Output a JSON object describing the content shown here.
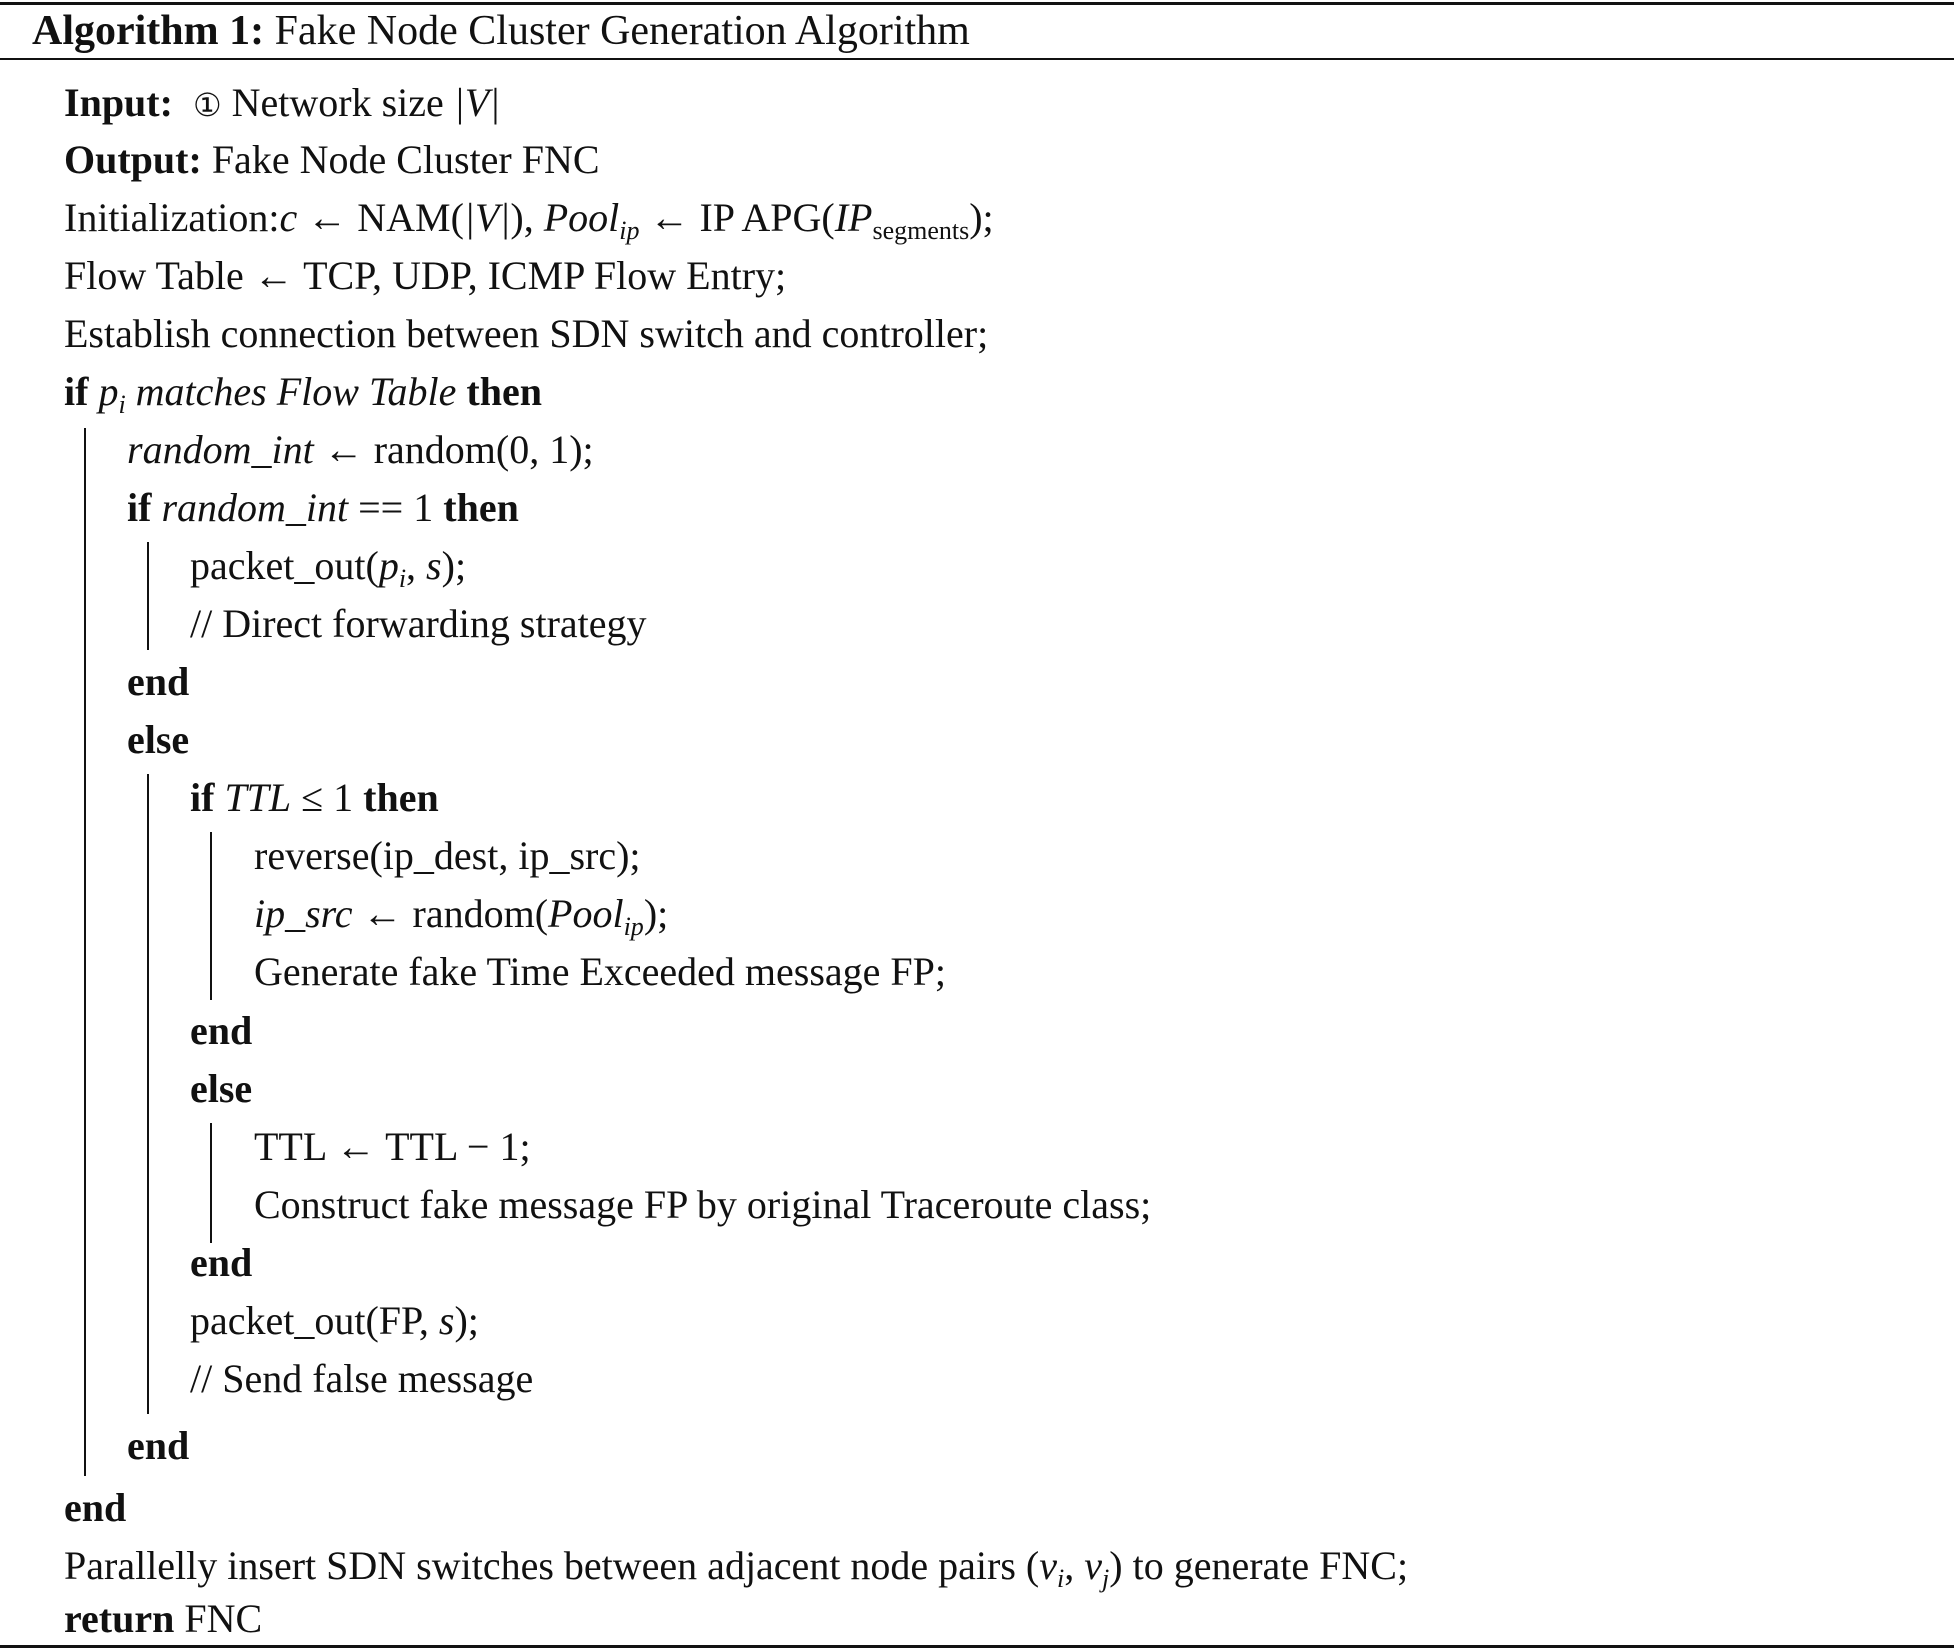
{
  "caption": {
    "label": "Algorithm 1:",
    "title": "Fake Node Cluster Generation Algorithm"
  },
  "header": {
    "input_kw": "Input:",
    "input_marker": "①",
    "input_text": "Network size",
    "input_var": "|V|",
    "output_kw": "Output:",
    "output_text": "Fake Node Cluster FNC"
  },
  "lines": {
    "init_prefix": "Initialization:",
    "init_c": "c",
    "init_arrow1": " ← NAM(",
    "init_V": "|V|",
    "init_close": "), ",
    "init_pool": "Pool",
    "init_pool_sub": "ip",
    "init_arrow2": " ← IP APG(",
    "init_ipseg": "IP",
    "init_ipseg_sub": "segments",
    "init_end": ");",
    "flow_table": "Flow Table ← TCP, UDP, ICMP Flow Entry;",
    "establish": "Establish connection between SDN switch and controller;",
    "if_kw": "if",
    "if_pi": "p",
    "if_pi_sub": "i",
    "if_cond": "matches Flow Table",
    "then_kw": "then",
    "rand_var": "random_int",
    "rand_assign": " ← random(0, 1);",
    "if2_cond_var": "random_int",
    "if2_cond_rest": " == 1 ",
    "packet_out_1": "packet_out(",
    "packet_out_1_p": "p",
    "packet_out_1_sub": "i",
    "packet_out_1_sep": ", ",
    "packet_out_1_s": "s",
    "packet_out_1_end": ");",
    "comment_direct": "// Direct forwarding strategy",
    "end_kw": "end",
    "else_kw": "else",
    "ttl_var": "TTL",
    "ttl_cond": " ≤ 1 ",
    "reverse": "reverse(ip_dest, ip_src);",
    "ipsrc_var": "ip_src",
    "ipsrc_assign": " ← random(",
    "ipsrc_pool": "Pool",
    "ipsrc_pool_sub": "ip",
    "ipsrc_end": ");",
    "gen_fake": "Generate fake Time Exceeded message FP;",
    "ttl_dec": "TTL ← TTL − 1;",
    "construct": "Construct fake message FP by original Traceroute class;",
    "packet_out_2": "packet_out(FP, ",
    "packet_out_2_s": "s",
    "packet_out_2_end": ");",
    "comment_send": "// Send false message",
    "parallel_pre": "Parallelly insert SDN switches between adjacent node pairs (",
    "parallel_v": "v",
    "parallel_vi_sub": "i",
    "parallel_sep": ", ",
    "parallel_vj_sub": "j",
    "parallel_post": ") to generate FNC;",
    "return_kw": "return",
    "return_val": "FNC"
  }
}
